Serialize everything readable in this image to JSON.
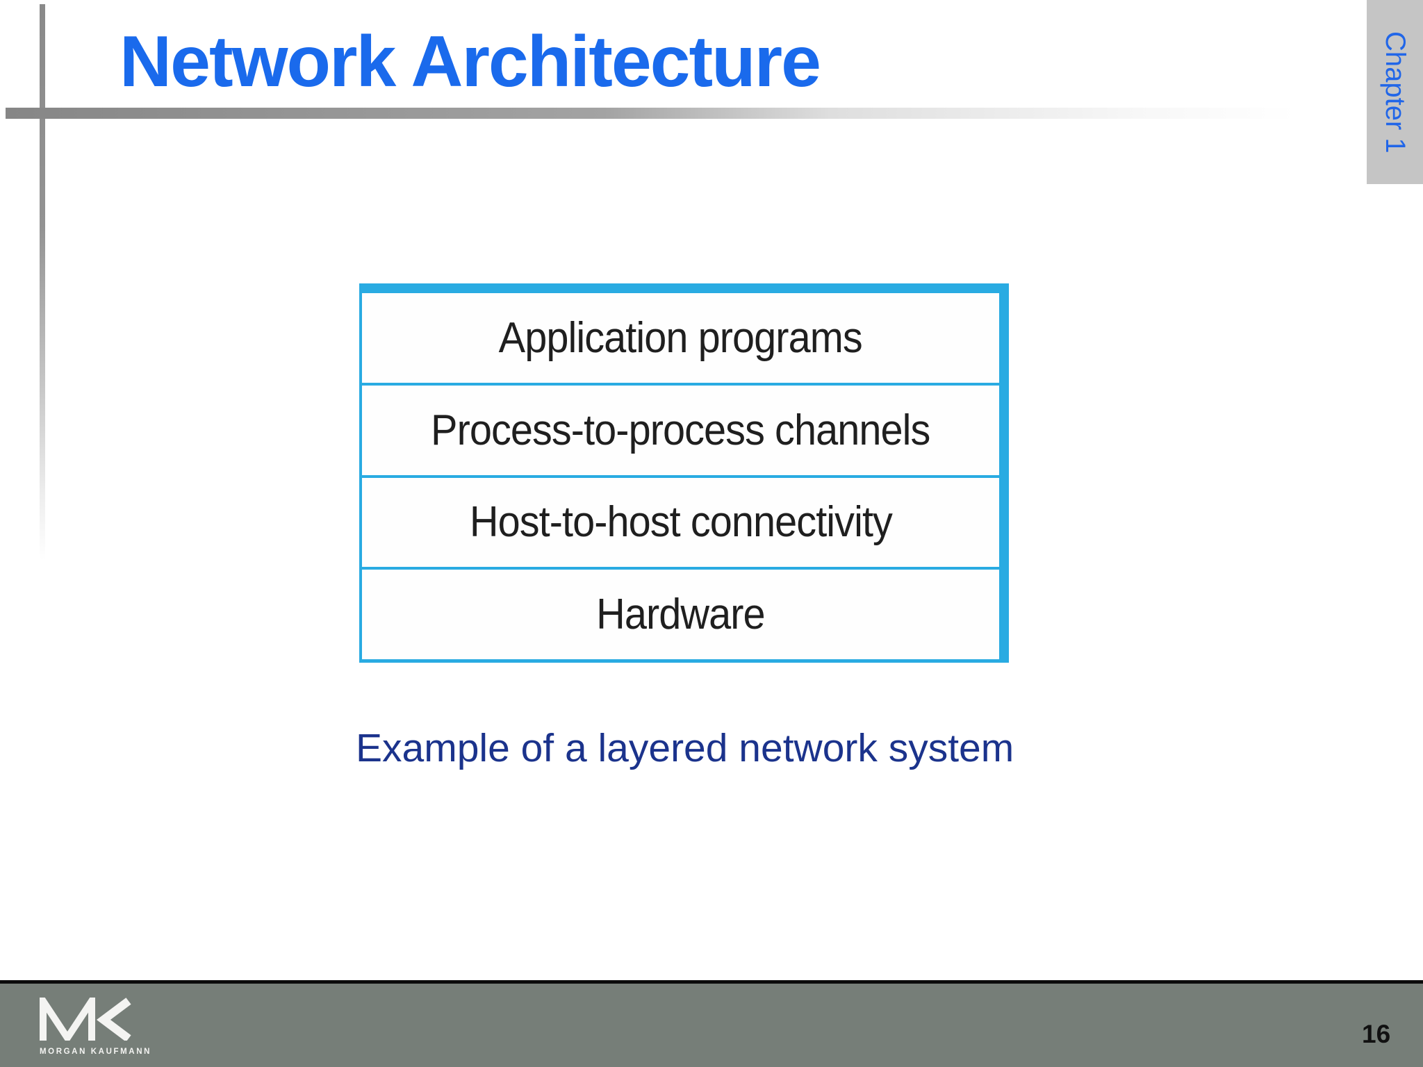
{
  "slide": {
    "title": "Network Architecture",
    "chapter_tab_label": "Chapter 1",
    "caption": "Example of a layered network system"
  },
  "diagram": {
    "layers": [
      "Application programs",
      "Process-to-process channels",
      "Host-to-host connectivity",
      "Hardware"
    ]
  },
  "footer": {
    "logo_monogram": "MK",
    "logo_wordmark": "MORGAN KAUFMANN",
    "page_number": "16"
  },
  "colors": {
    "title_blue": "#1a6aec",
    "caption_navy": "#1b338c",
    "diagram_cyan": "#29abe2",
    "tab_background": "#c5c5c5",
    "footer_background": "#767e78"
  }
}
